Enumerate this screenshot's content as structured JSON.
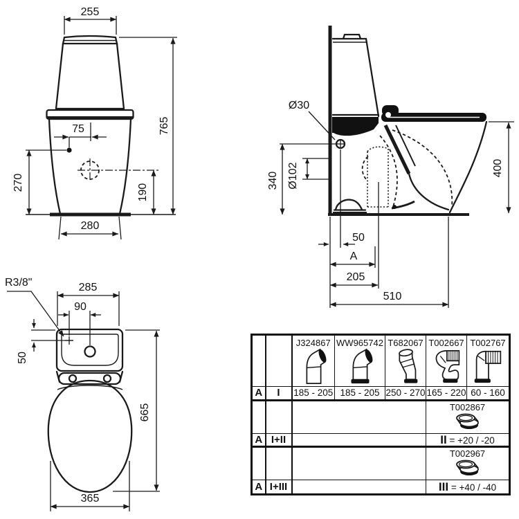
{
  "colors": {
    "ink": "#1a1a1a",
    "background": "#ffffff"
  },
  "front_view": {
    "tank_width": "255",
    "total_height": "765",
    "inlet_offset": "75",
    "inlet_height": "270",
    "outlet_height": "190",
    "base_width": "280"
  },
  "side_view": {
    "inlet_dia": "Ø30",
    "inlet_height": "340",
    "outlet_dia": "Ø102",
    "rim_height": "400",
    "wall_to_inlet": "50",
    "var_label": "A",
    "wall_to_outlet": "205",
    "total_depth": "510"
  },
  "top_view": {
    "thread": "R3/8\"",
    "tank_width": "285",
    "holes_span": "90",
    "inlet_depth": "50",
    "total_depth": "665",
    "seat_width": "365"
  },
  "table": {
    "rows": [
      {
        "a": "A",
        "roman": "I"
      },
      {
        "a": "A",
        "roman": "I+II"
      },
      {
        "a": "A",
        "roman": "I+III"
      }
    ],
    "parts": [
      {
        "code": "J324867",
        "range": "185 - 205",
        "icon": "outlet-bend-pipe"
      },
      {
        "code": "WW965742",
        "range": "185 - 205",
        "icon": "outlet-bend-pipe-flanged"
      },
      {
        "code": "T682067",
        "range": "250 - 270",
        "icon": "outlet-angled-pipe"
      },
      {
        "code": "T002667",
        "range": "165 - 220",
        "icon": "outlet-offset-flex-pipe"
      },
      {
        "code": "T002767",
        "range": "60 - 160",
        "icon": "outlet-elbow-flex-pipe"
      }
    ],
    "extensions": [
      {
        "code": "T002867",
        "symbol": "II",
        "value": "= +20 / -20",
        "icon": "offset-coupler"
      },
      {
        "code": "T002967",
        "symbol": "III",
        "value": "= +40 / -40",
        "icon": "offset-coupler"
      }
    ]
  }
}
